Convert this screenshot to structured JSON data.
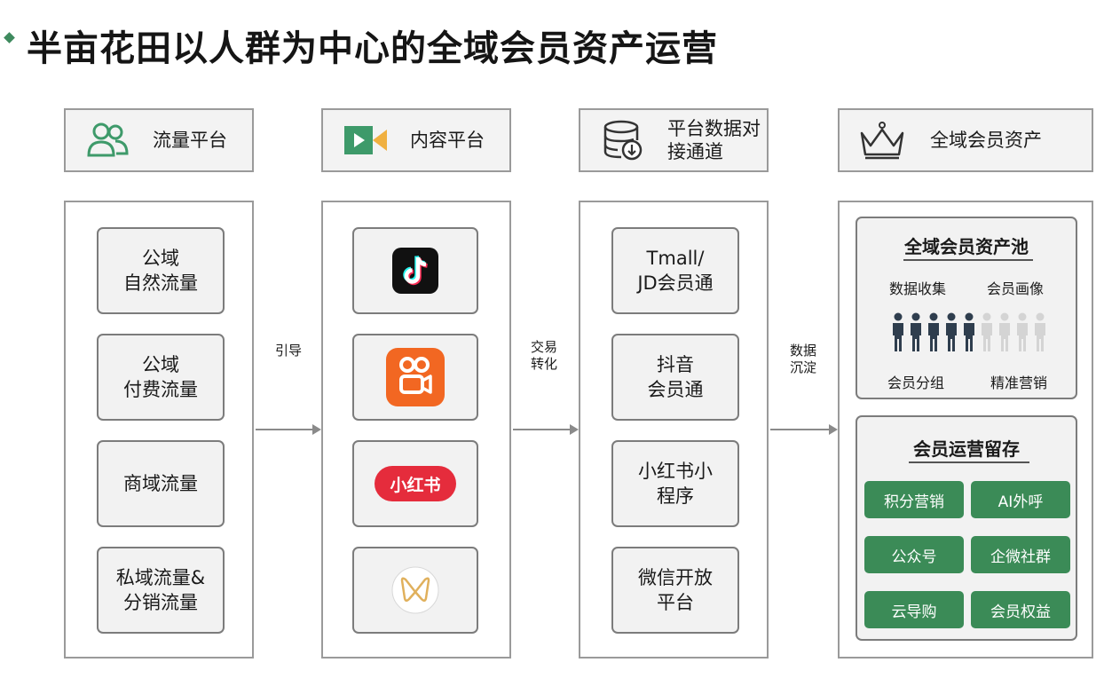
{
  "title": "半亩花田以人群为中心的全域会员资产运营",
  "columns": {
    "traffic": {
      "header": "流量平台",
      "cards": [
        "公域\n自然流量",
        "公域\n付费流量",
        "商域流量",
        "私域流量&\n分销流量"
      ]
    },
    "content": {
      "header": "内容平台",
      "logos": [
        {
          "icon": "douyin-logo",
          "color": "#111111"
        },
        {
          "icon": "kuaishou-logo",
          "color": "#f26722"
        },
        {
          "icon": "xiaohongshu-logo",
          "color": "#e52c3c",
          "text": "小红书"
        },
        {
          "icon": "wechat-channels-logo",
          "color": "#e0b05c"
        }
      ]
    },
    "data_channel": {
      "header": "平台数据对\n接通道",
      "cards": [
        "Tmall/\nJD会员通",
        "抖音\n会员通",
        "小红书小\n程序",
        "微信开放\n平台"
      ]
    },
    "assets": {
      "header": "全域会员资产",
      "pool": {
        "title": "全域会员资产池",
        "labels": [
          "数据收集",
          "会员画像",
          "会员分组",
          "精准营销"
        ]
      },
      "retention": {
        "title": "会员运营留存",
        "buttons": [
          "积分营销",
          "AI外呼",
          "公众号",
          "企微社群",
          "云导购",
          "会员权益"
        ]
      }
    }
  },
  "arrows": [
    "引导",
    "交易\n转化",
    "数据\n沉淀"
  ],
  "colors": {
    "accent_green": "#3b8b57",
    "border": "#9a9a9a",
    "card_bg": "#f2f2f2"
  }
}
